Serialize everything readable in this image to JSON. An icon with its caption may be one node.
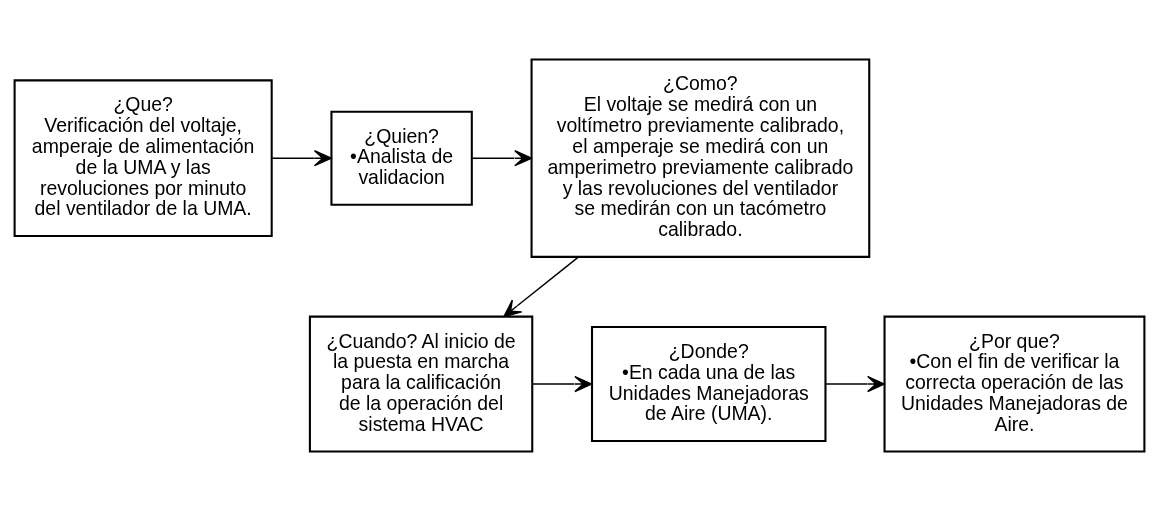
{
  "diagram": {
    "nodes": [
      {
        "text": [
          "¿Que?",
          "Verificación del voltaje, amperaje de alimentación de la UMA y las revoluciones por minuto del ventilador de la UMA."
        ]
      },
      {
        "text": [
          "¿Quien?",
          "•Analista de validacion"
        ]
      },
      {
        "text": [
          "¿Como?",
          "El voltaje se medirá con un voltímetro previamente calibrado, el amperaje se medirá con un amperimetro previamente calibrado y las revoluciones del ventilador se medirán con un tacómetro calibrado."
        ]
      },
      {
        "text": [
          "¿Cuando? Al inicio de la puesta en marcha para la calificación de la operación del sistema HVAC"
        ]
      },
      {
        "text": [
          "¿Donde?",
          "•En cada una de las Unidades Manejadoras de Aire (UMA)."
        ]
      },
      {
        "text": [
          "¿Por que?",
          "•Con el fin de verificar la correcta operación de las Unidades Manejadoras de Aire."
        ]
      }
    ],
    "edges": [
      {
        "from": 0,
        "to": 1,
        "arrow": "to"
      },
      {
        "from": 1,
        "to": 2,
        "arrow": "to"
      },
      {
        "from": 2,
        "to": 3,
        "arrow": "to"
      },
      {
        "from": 3,
        "to": 4,
        "arrow": "to"
      },
      {
        "from": 4,
        "to": 5,
        "arrow": "to"
      }
    ]
  }
}
